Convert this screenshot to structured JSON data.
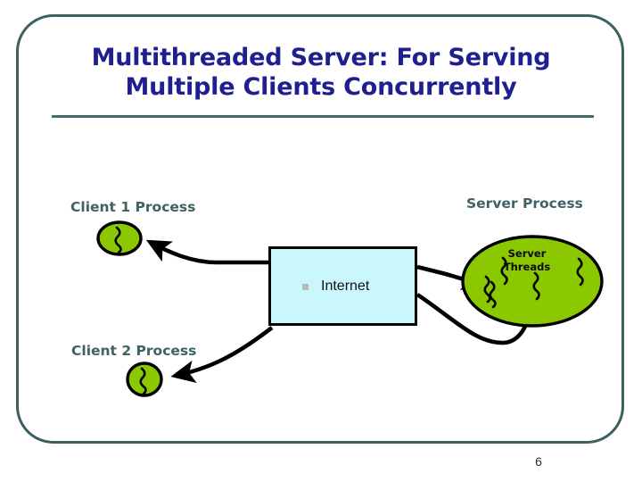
{
  "slide": {
    "title_lines": [
      "Multithreaded Server: For Serving",
      "Multiple Clients Concurrently"
    ],
    "page_number": "6",
    "colors": {
      "frame": "#3d5f5f",
      "title_text": "#1f1f8f",
      "rule": "#46696a",
      "label_text": "#3f6262",
      "process_fill": "#8cc800",
      "process_stroke": "#000000",
      "internet_fill": "#c9f7fb",
      "internet_stroke": "#000000",
      "arrow": "#000000",
      "bullet": "#b9b9b9"
    }
  },
  "diagram": {
    "labels": {
      "client1": "Client 1 Process",
      "client2": "Client 2 Process",
      "server": "Server Process"
    },
    "internet": {
      "text": "Internet",
      "bullet": "square-bullet"
    },
    "server_process": {
      "threads_label": "Server\nThreads",
      "thread_count": 5
    },
    "client1_process": {
      "thread_count": 1
    },
    "client2_process": {
      "thread_count": 1
    },
    "connections": [
      {
        "from": "internet",
        "to": "client1-process",
        "arrow": "arrow-to-client1"
      },
      {
        "from": "internet",
        "to": "client2-process",
        "arrow": "arrow-to-client2"
      },
      {
        "from": "internet",
        "to": "server-process",
        "arrow": "arrow-to-server-upper"
      },
      {
        "from": "internet",
        "to": "server-process",
        "arrow": "arrow-to-server-lower"
      }
    ]
  }
}
